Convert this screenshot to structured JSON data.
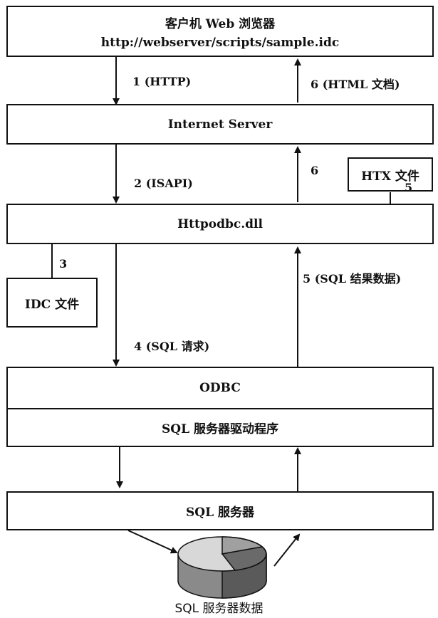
{
  "client": {
    "title": "客户机 Web 浏览器",
    "url": "http://webserver/scripts/sample.idc"
  },
  "internet_server": "Internet Server",
  "httpodbc": "Httpodbc.dll",
  "htx_file": "HTX 文件",
  "idc_file": "IDC 文件",
  "odbc": "ODBC",
  "sql_driver": "SQL 服务器驱动程序",
  "sql_server": "SQL 服务器",
  "db_caption": "SQL 服务器数据",
  "arrows": {
    "a1": "1 (HTTP)",
    "a6_top": "6 (HTML 文档)",
    "a6": "6",
    "a5_htx": "5",
    "a2": "2 (ISAPI)",
    "a3": "3",
    "a5_sql": "5 (SQL 结果数据)",
    "a4": "4 (SQL 请求)"
  },
  "colors": {
    "line": "#111111",
    "db_light": "#d8d8d8",
    "db_mid": "#8a8a8a",
    "db_dark": "#5a5a5a"
  }
}
